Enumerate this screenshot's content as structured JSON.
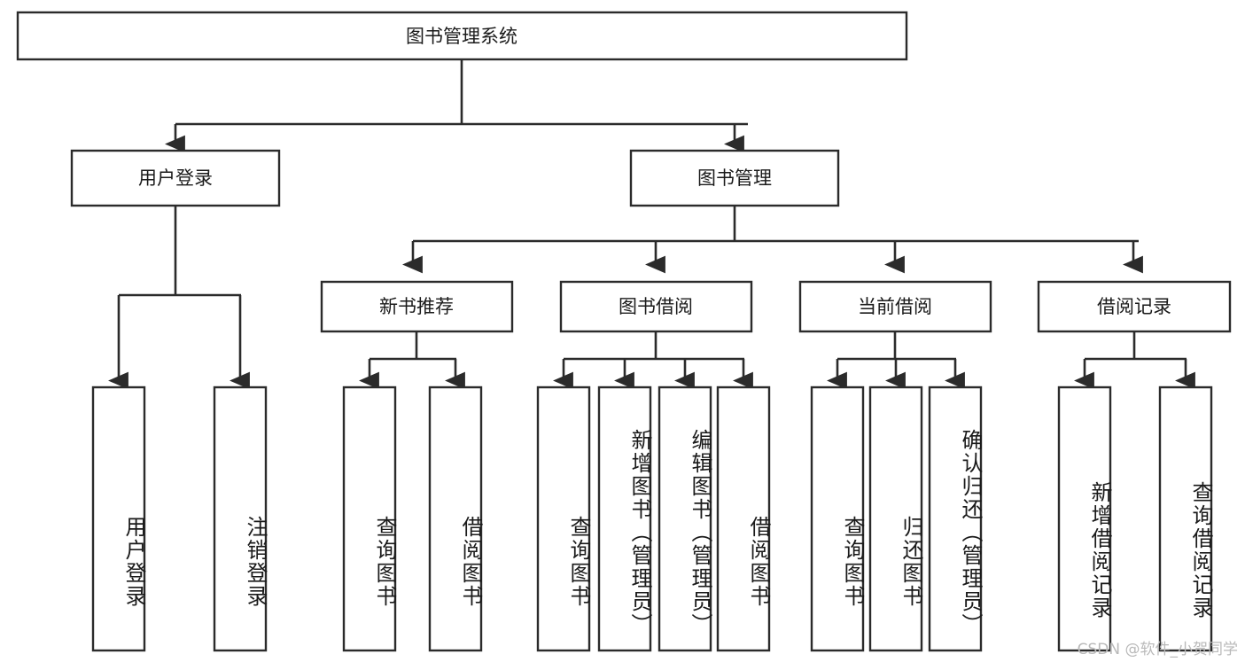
{
  "diagram": {
    "type": "tree",
    "title_node": {
      "label": "图书管理系统"
    },
    "level2": [
      {
        "id": "user-login",
        "label": "用户登录"
      },
      {
        "id": "book-manage",
        "label": "图书管理"
      }
    ],
    "level3": [
      {
        "id": "new-book-recommend",
        "label": "新书推荐"
      },
      {
        "id": "book-borrow",
        "label": "图书借阅"
      },
      {
        "id": "current-borrow",
        "label": "当前借阅"
      },
      {
        "id": "borrow-record",
        "label": "借阅记录"
      }
    ],
    "leaves": {
      "user_login": [
        {
          "id": "leaf-user-login",
          "label": "用户登录"
        },
        {
          "id": "leaf-logout-login",
          "label": "注销登录"
        }
      ],
      "new_book_recommend": [
        {
          "id": "leaf-query-book-1",
          "label": "查询图书"
        },
        {
          "id": "leaf-borrow-book-1",
          "label": "借阅图书"
        }
      ],
      "book_borrow": [
        {
          "id": "leaf-query-book-2",
          "label": "查询图书"
        },
        {
          "id": "leaf-add-book",
          "label": "新增图书（管理员）"
        },
        {
          "id": "leaf-edit-book",
          "label": "编辑图书（管理员）"
        },
        {
          "id": "leaf-borrow-book-2",
          "label": "借阅图书"
        }
      ],
      "current_borrow": [
        {
          "id": "leaf-query-book-3",
          "label": "查询图书"
        },
        {
          "id": "leaf-return-book",
          "label": "归还图书"
        },
        {
          "id": "leaf-confirm-return",
          "label": "确认归还（管理员）"
        }
      ],
      "borrow_record": [
        {
          "id": "leaf-add-record",
          "label": "新增借阅记录"
        },
        {
          "id": "leaf-query-record",
          "label": "查询借阅记录"
        }
      ]
    }
  },
  "watermark": {
    "text": "CSDN @软件_小贺同学"
  },
  "colors": {
    "box_stroke": "#2b2b2b",
    "box_fill": "#ffffff",
    "text": "#1a1a1a",
    "watermark": "#b9b9b9",
    "background": "#ffffff"
  }
}
